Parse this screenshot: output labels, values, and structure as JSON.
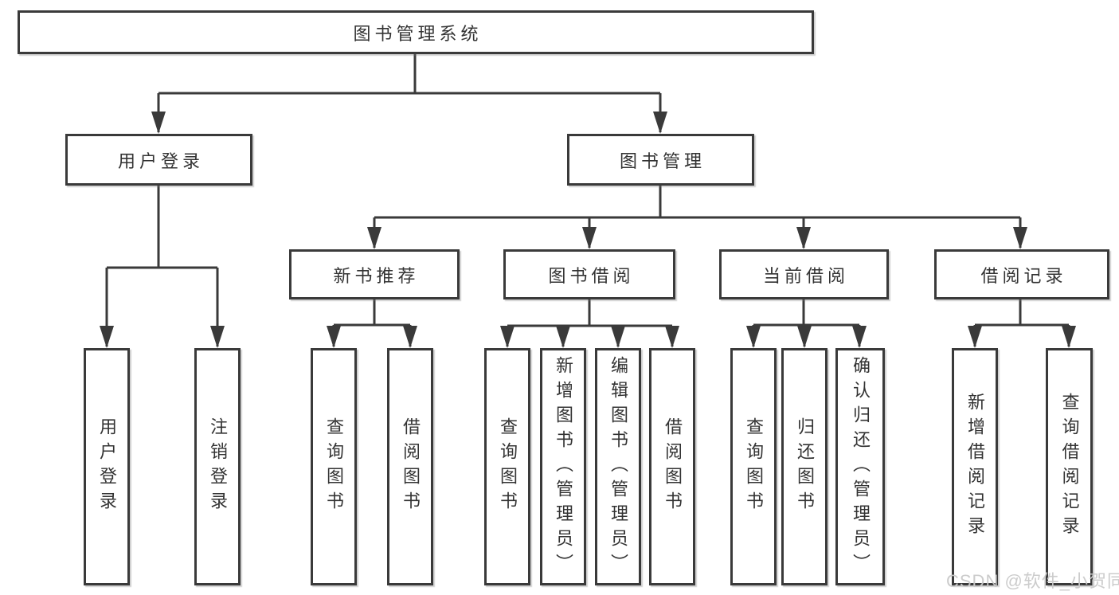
{
  "tree": {
    "root": {
      "label": "图书管理系统",
      "children": [
        {
          "label": "用户登录",
          "children": [
            {
              "label": "用户登录"
            },
            {
              "label": "注销登录"
            }
          ]
        },
        {
          "label": "图书管理",
          "children": [
            {
              "label": "新书推荐",
              "children": [
                {
                  "label": "查询图书"
                },
                {
                  "label": "借阅图书"
                }
              ]
            },
            {
              "label": "图书借阅",
              "children": [
                {
                  "label": "查询图书"
                },
                {
                  "label": "新增图书（管理员）"
                },
                {
                  "label": "编辑图书（管理员）"
                },
                {
                  "label": "借阅图书"
                }
              ]
            },
            {
              "label": "当前借阅",
              "children": [
                {
                  "label": "查询图书"
                },
                {
                  "label": "归还图书"
                },
                {
                  "label": "确认归还（管理员）"
                }
              ]
            },
            {
              "label": "借阅记录",
              "children": [
                {
                  "label": "新增借阅记录"
                },
                {
                  "label": "查询借阅记录"
                }
              ]
            }
          ]
        }
      ]
    }
  },
  "watermark": "CSDN @软件_小贺同学",
  "colors": {
    "line": "#3a3a3a",
    "box_border": "#3a3a3a",
    "text": "#333333",
    "watermark": "#c9c9c9",
    "background": "#ffffff"
  }
}
